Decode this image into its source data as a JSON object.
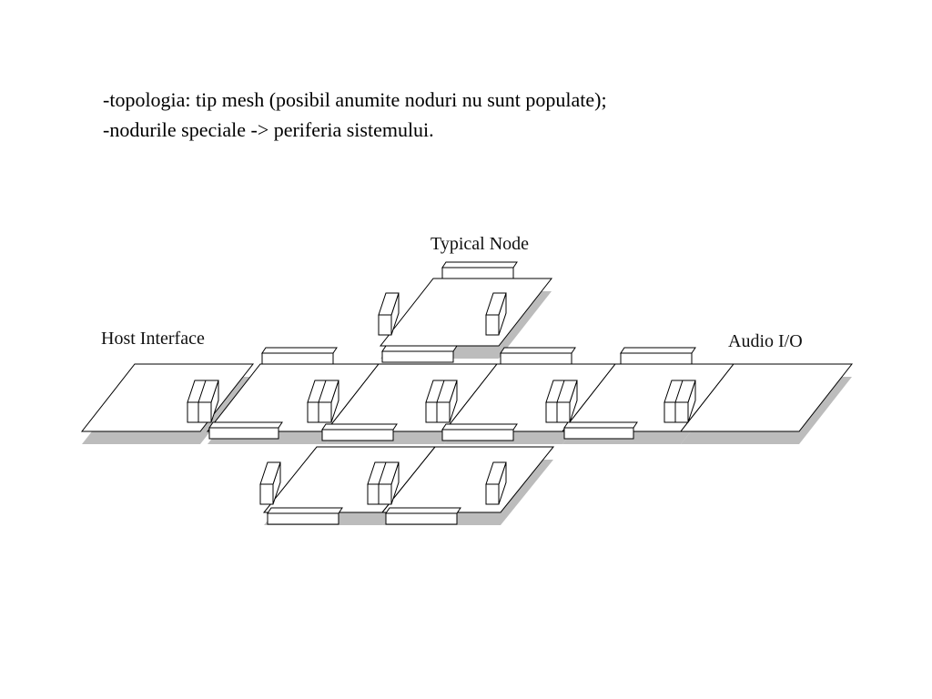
{
  "bullets": [
    "-topologia: tip mesh (posibil anumite noduri nu sunt populate);",
    "-nodurile speciale -> periferia sistemului."
  ],
  "diagram": {
    "labels": {
      "typical_node": "Typical Node",
      "host_interface": "Host Interface",
      "audio_io": "Audio I/O"
    },
    "colors": {
      "stroke": "#000000",
      "shadow": "#bcbcbc",
      "face": "#ffffff"
    }
  }
}
